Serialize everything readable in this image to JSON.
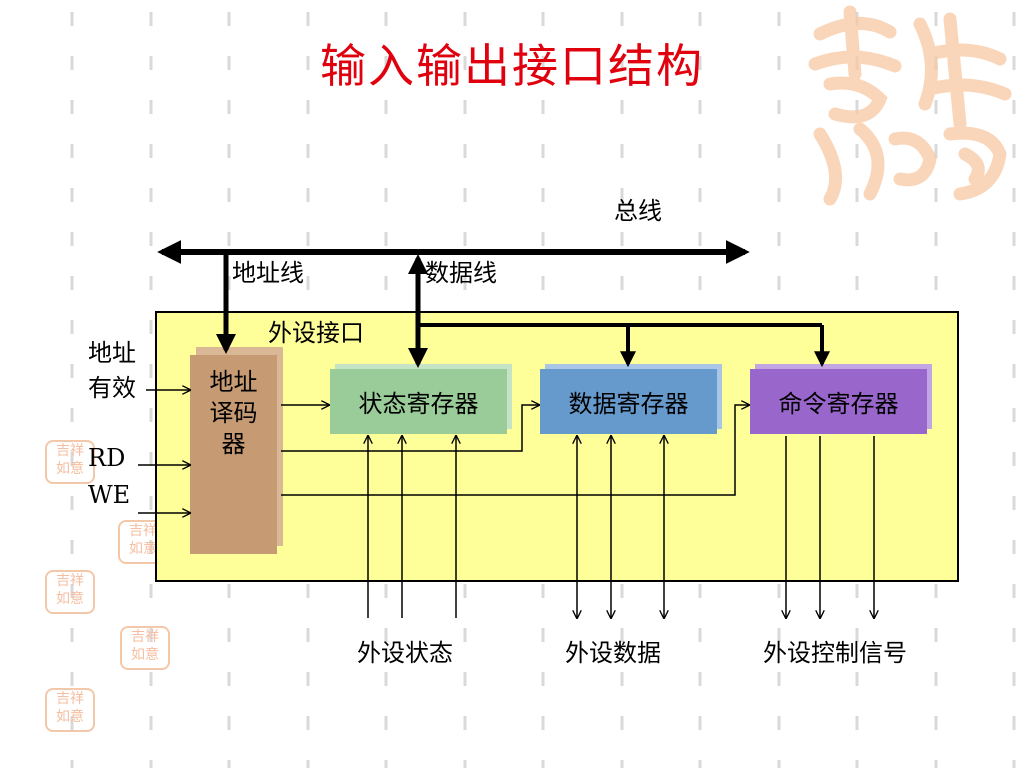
{
  "title": "输入输出接口结构",
  "bus": {
    "label": "总线",
    "address_line": "地址线",
    "data_line": "数据线"
  },
  "interface": {
    "label": "外设接口"
  },
  "inputs": {
    "address_valid_1": "地址",
    "address_valid_2": "有效",
    "rd": "RD",
    "we": "WE"
  },
  "decoder": {
    "line1": "地址",
    "line2": "译码",
    "line3": "器"
  },
  "registers": {
    "status": "状态寄存器",
    "data": "数据寄存器",
    "command": "命令寄存器"
  },
  "outputs": {
    "device_status": "外设状态",
    "device_data": "外设数据",
    "device_control": "外设控制信号"
  },
  "decoration": {
    "watermark_text": "吉祥如意",
    "colors": {
      "title": "#e0000e",
      "box": "#ffff99",
      "decoder": "#c69a72",
      "status": "#99cc99",
      "data": "#6699cc",
      "command": "#9966cc",
      "watermark": "#f4b896"
    }
  }
}
